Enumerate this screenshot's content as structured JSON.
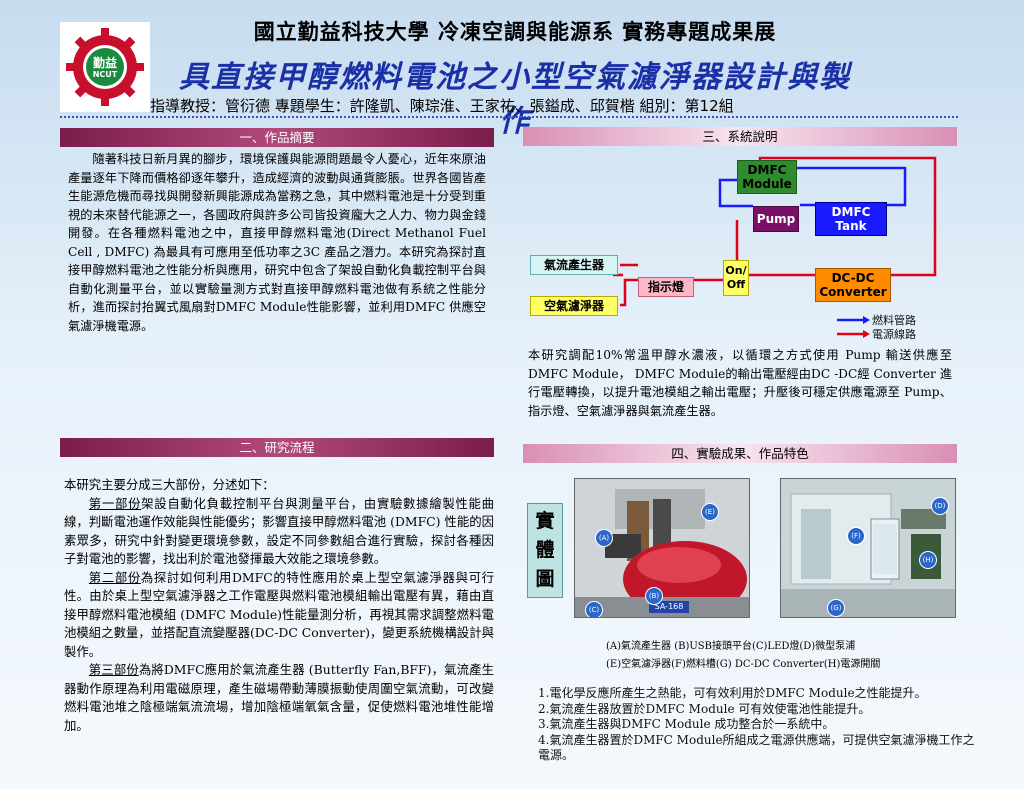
{
  "header": {
    "logo_text_cn": "勤益",
    "logo_text_en": "NCUT",
    "line1": "國立勤益科技大學  冷凍空調與能源系  實務專題成果展",
    "line2": "具直接甲醇燃料電池之小型空氣濾淨器設計與製作",
    "line3": "指導教授：管衍德   專題學生：許隆凱、陳琮淮、王家祐、張鎰成、邱賀楷  組別：第12組"
  },
  "sections": {
    "s1": "一、作品摘要",
    "s2": "二、研究流程",
    "s3": "三、系統說明",
    "s4": "四、實驗成果、作品特色"
  },
  "abstract": "隨著科技日新月異的腳步，環境保護與能源問題最令人憂心，近年來原油產量逐年下降而價格卻逐年攀升，造成經濟的波動與通貨膨脹。世界各國皆產生能源危機而尋找與開發新興能源成為當務之急，其中燃料電池是十分受到重視的未來替代能源之一，各國政府與許多公司皆投資龐大之人力、物力與金錢開發。在各種燃料電池之中，直接甲醇燃料電池(Direct Methanol Fuel Cell , DMFC) 為最具有可應用至低功率之3C 產品之潛力。本研究為探討直接甲醇燃料電池之性能分析與應用，研究中包含了架設自動化負載控制平台與自動化測量平台，並以實驗量測方式對直接甲醇燃料電池做有系統之性能分析，進而探討抬翼式風扇對DMFC Module性能影響，並利用DMFC 供應空氣濾淨機電源。",
  "process": {
    "intro": "本研究主要分成三大部份，分述如下：",
    "p1_label": "第一部份",
    "p1_text": "架設自動化負載控制平台與測量平台，由實驗數據繪製性能曲線，判斷電池運作效能與性能優劣；影響直接甲醇燃料電池 (DMFC) 性能的因素眾多，研究中針對變更環境參數，設定不同參數組合進行實驗，探討各種因子對電池的影響，找出利於電池發揮最大效能之環境參數。",
    "p2_label": "第二部份",
    "p2_text": "為探討如何利用DMFC的特性應用於桌上型空氣濾淨器與可行性。由於桌上型空氣濾淨器之工作電壓與燃料電池模組輸出電壓有異，藉由直接甲醇燃料電池模組 (DMFC Module)性能量測分析，再視其需求調整燃料電池模組之數量，並搭配直流變壓器(DC-DC Converter)，變更系統機構設計與製作。",
    "p3_label": "第三部份",
    "p3_text": "為將DMFC應用於氣流產生器 (Butterfly Fan,BFF)，氣流產生器動作原理為利用電磁原理，產生磁場帶動薄膜振動使周圍空氣流動，可改變燃料電池堆之陰極端氣流流場，增加陰極端氧氣含量，促使燃料電池堆性能增加。"
  },
  "diagram": {
    "dmfc_module": "DMFC Module",
    "pump": "Pump",
    "dmfc_tank": "DMFC Tank",
    "airflow_gen": "氣流產生器",
    "air_purifier": "空氣濾淨器",
    "indicator": "指示燈",
    "onoff": "On/ Off",
    "dcdc": "DC-DC Converter",
    "legend_fuel": "燃料管路",
    "legend_power": "電源線路",
    "colors": {
      "fuel": "#1a1aff",
      "power": "#e0001a"
    }
  },
  "system_text": "本研究調配10%常溫甲醇水濃液，以循環之方式使用 Pump 輸送供應至DMFC Module， DMFC Module的輸出電壓經由DC -DC經 Converter 進行電壓轉換，以提升電池模組之輸出電壓；升壓後可穩定供應電源至 Pump、指示燈、空氣濾淨器與氣流產生器。",
  "results": {
    "side_label": "實體圖",
    "tags_left": [
      "(A)",
      "(B)",
      "(C)",
      "(E)"
    ],
    "tags_right": [
      "(D)",
      "(F)",
      "(G)",
      "(H)"
    ],
    "plate": "SA-168",
    "caption1": "(A)氣流產生器 (B)USB接頭平台(C)LED燈(D)微型泵浦",
    "caption2": "(E)空氣濾淨器(F)燃料槽(G) DC-DC Converter(H)電源開關",
    "list": [
      "1.電化學反應所產生之熱能，可有效利用於DMFC Module之性能提升。",
      "2.氣流產生器放置於DMFC Module 可有效使電池性能提升。",
      "3.氣流產生器與DMFC Module 成功整合於一系統中。",
      "4.氣流產生器置於DMFC Module所組成之電源供應端，可提供空氣濾淨機工作之電源。"
    ]
  }
}
